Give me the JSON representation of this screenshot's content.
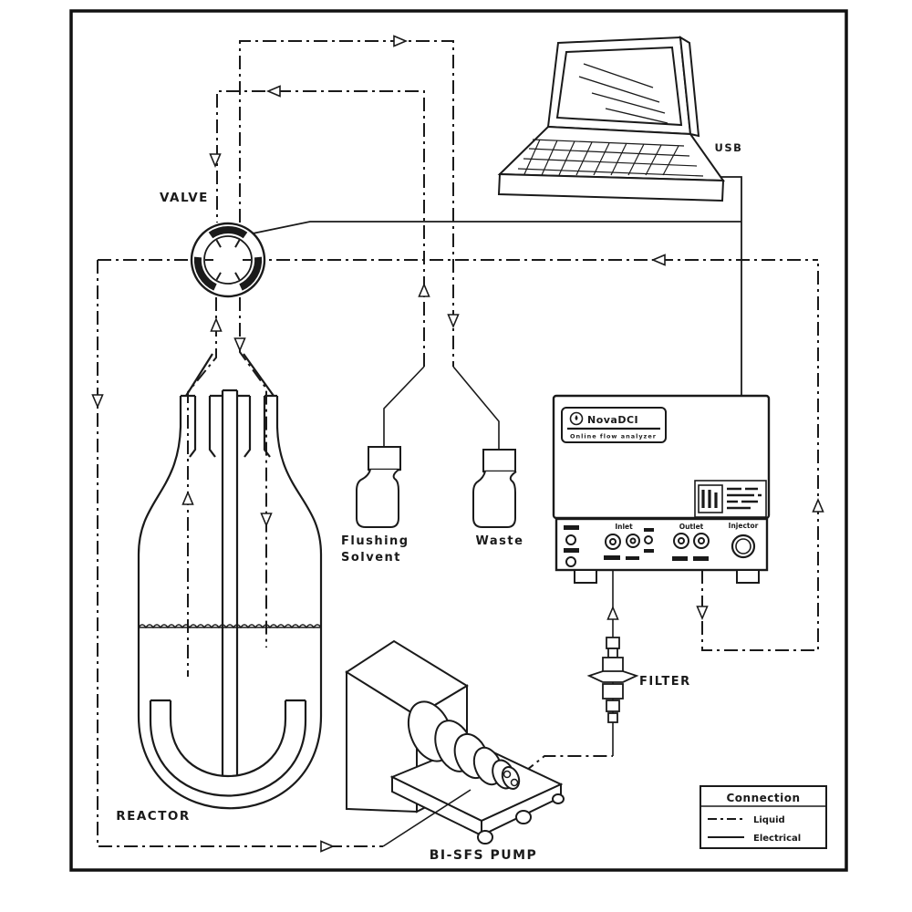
{
  "diagram": {
    "labels": {
      "valve": "VALVE",
      "usb": "USB",
      "flushing1": "Flushing",
      "flushing2": "Solvent",
      "waste": "Waste",
      "reactor": "REACTOR",
      "filter": "FILTER",
      "pump": "BI-SFS PUMP"
    },
    "analyzer": {
      "brand": "NovaDCI",
      "tagline": "Online flow analyzer",
      "inlet": "Inlet",
      "outlet": "Outlet",
      "injector": "Injector"
    },
    "legend": {
      "title": "Connection",
      "items": [
        {
          "style": "dash-dot",
          "label": "Liquid"
        },
        {
          "style": "solid",
          "label": "Electrical"
        }
      ]
    },
    "colors": {
      "ink": "#1a1a1a",
      "paper": "#ffffff"
    }
  }
}
